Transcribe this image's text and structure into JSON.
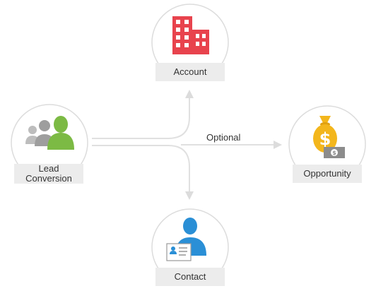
{
  "nodes": {
    "lead": {
      "label_line1": "Lead",
      "label_line2": "Conversion",
      "icon": "people-group-icon"
    },
    "account": {
      "label": "Account",
      "icon": "office-building-icon"
    },
    "opportunity": {
      "label": "Opportunity",
      "icon": "money-bag-icon"
    },
    "contact": {
      "label": "Contact",
      "icon": "contact-card-icon"
    }
  },
  "edges": {
    "optional_label": "Optional"
  },
  "colors": {
    "circle_stroke": "#dcdcdc",
    "connector": "#e0e0e0",
    "label_bg": "#ececec",
    "building": "#e8434d",
    "people_front": "#7cba44",
    "people_back": "#9e9e9e",
    "bag": "#f3b61c",
    "cash": "#8c8c8c",
    "contact_person": "#2a8fd6"
  }
}
